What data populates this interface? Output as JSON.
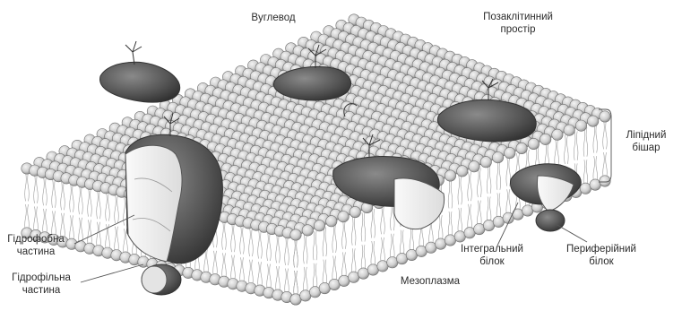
{
  "labels": {
    "carbohydrate": "Вуглевод",
    "extracellular_line1": "Позаклітинний",
    "extracellular_line2": "простір",
    "lipid_bilayer_line1": "Ліпідний",
    "lipid_bilayer_line2": "бішар",
    "hydrophobic_line1": "Гідрофобна",
    "hydrophobic_line2": "частина",
    "hydrophilic_line1": "Гідрофільна",
    "hydrophilic_line2": "частина",
    "integral_line1": "Інтегральний",
    "integral_line2": "білок",
    "peripheral_line1": "Периферійний",
    "peripheral_line2": "білок",
    "mesoplasm": "Мезоплазма"
  },
  "colors": {
    "head_fill": "#d6d6d6",
    "head_stroke": "#6e6e6e",
    "tail": "#9a9a9a",
    "protein_dark": "#5a5a5a",
    "protein_light": "#e8e8e8",
    "leader": "#555555"
  }
}
